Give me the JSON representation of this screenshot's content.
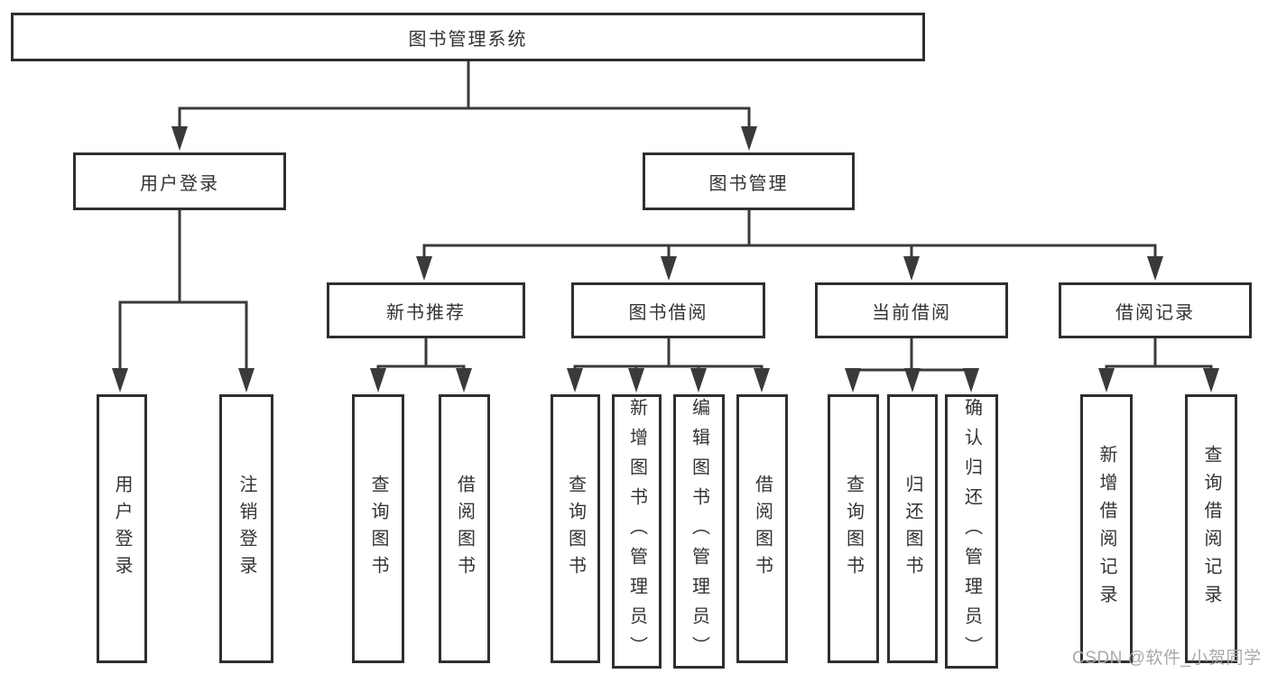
{
  "colors": {
    "line": "#3a3a3a",
    "box_border": "#2f2f2f",
    "text": "#333333",
    "watermark": "#a9a9a9",
    "background": "#ffffff"
  },
  "nodes": {
    "root": "图书管理系统",
    "user_login": "用户登录",
    "book_mgmt": "图书管理",
    "ul_login": "用户登录",
    "ul_logout": "注销登录",
    "new_book": "新书推荐",
    "book_borrow": "图书借阅",
    "current_borrow": "当前借阅",
    "borrow_record": "借阅记录",
    "nb_query": "查询图书",
    "nb_borrow": "借阅图书",
    "bb_query": "查询图书",
    "bb_add": "新增图书（管理员）",
    "bb_edit": "编辑图书（管理员）",
    "bb_borrow": "借阅图书",
    "cb_query": "查询图书",
    "cb_return": "归还图书",
    "cb_confirm": "确认归还（管理员）",
    "br_add": "新增借阅记录",
    "br_query": "查询借阅记录"
  },
  "watermark": "CSDN @软件_小贺同学"
}
